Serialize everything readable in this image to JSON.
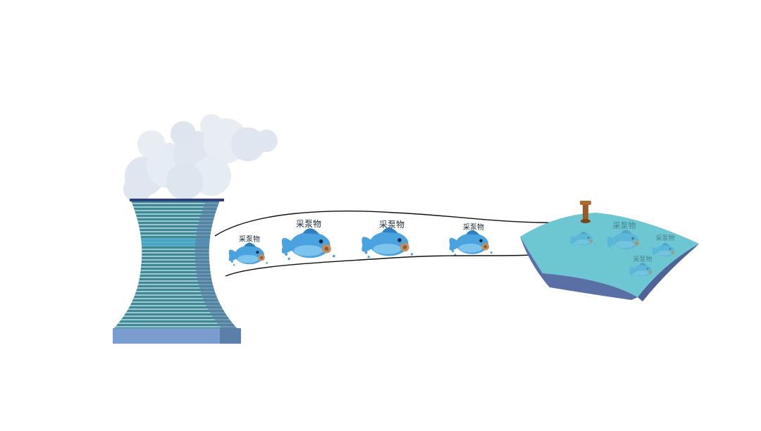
{
  "scene": {
    "tube_labels": [
      "采泵物",
      "采泵物",
      "采泵物",
      "采泵物"
    ],
    "pool_labels": [
      "采泵物",
      "采泵物",
      "采泵物"
    ],
    "colors": {
      "background": "#ffffff",
      "tower_dark": "#3d8a93",
      "tower_light": "#9fc6d6",
      "tower_shadow": "#5b7fa8",
      "tower_base": "#7a9ccf",
      "steam": "#dfe6ef",
      "pipe_outline": "#111111",
      "creature": "#4aa3df",
      "pool_top": "#6cc7d2",
      "pool_side": "#5a6fa6",
      "valve": "#9a5a2a"
    }
  }
}
